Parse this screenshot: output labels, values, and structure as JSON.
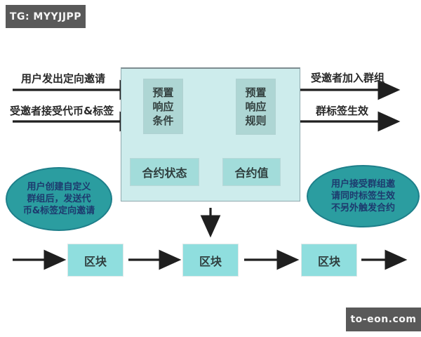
{
  "watermarks": {
    "top_left": "TG: MYYJJPP",
    "bottom_right": "to-eon.com"
  },
  "flow": {
    "left_labels": [
      "用户发出定向邀请",
      "受邀者接受代币&标签"
    ],
    "right_labels": [
      "受邀者加入群组",
      "群标签生效"
    ]
  },
  "center": {
    "nodes": [
      {
        "lines": [
          "预置",
          "响应",
          "条件"
        ]
      },
      {
        "lines": [
          "预置",
          "响应",
          "规则"
        ]
      },
      {
        "label": "合约状态"
      },
      {
        "label": "合约值"
      }
    ]
  },
  "ellipses": {
    "left": {
      "lines": [
        "用户创建自定义",
        "群组后，发送代",
        "币&标签定向邀请"
      ]
    },
    "right": {
      "lines": [
        "用户接受群组邀",
        "请同时标签生效",
        "不另外触发合约"
      ]
    }
  },
  "blocks": {
    "items": [
      "区块",
      "区块",
      "区块"
    ]
  },
  "colors": {
    "container_fill": "#cdecec",
    "node_fill": "#aed6d4",
    "state_fill": "#a2dcda",
    "block_fill": "#8fdede",
    "ellipse_fill": "#2b9da0",
    "ellipse_text": "#1d3a6e",
    "badge_bg": "#595959",
    "arrow": "#1f1f1f"
  }
}
